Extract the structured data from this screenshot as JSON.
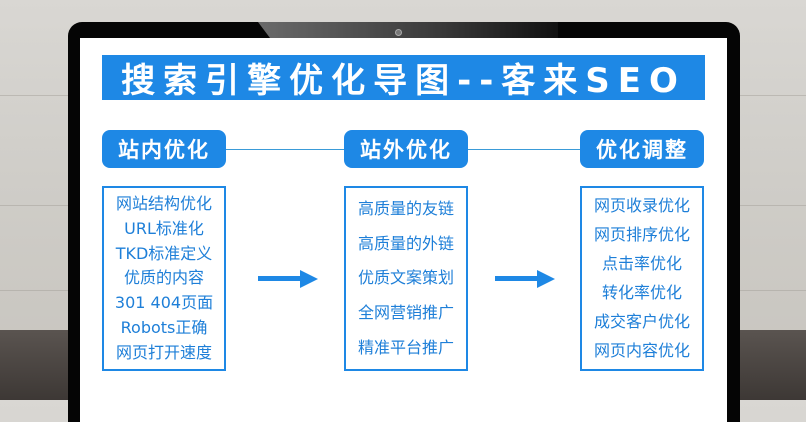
{
  "title": "搜索引擎优化导图--客来SEO",
  "columns": [
    {
      "header": "站内优化",
      "items": [
        "网站结构优化",
        "URL标准化",
        "TKD标准定义",
        "优质的内容",
        "301 404页面",
        "Robots正确",
        "网页打开速度"
      ]
    },
    {
      "header": "站外优化",
      "items": [
        "高质量的友链",
        "高质量的外链",
        "优质文案策划",
        "全网营销推广",
        "精准平台推广"
      ]
    },
    {
      "header": "优化调整",
      "items": [
        "网页收录优化",
        "网页排序优化",
        "点击率优化",
        "转化率优化",
        "成交客户优化",
        "网页内容优化"
      ]
    }
  ],
  "icons": {
    "arrow_1": "right-arrow-icon",
    "arrow_2": "right-arrow-icon"
  },
  "colors": {
    "accent": "#1e88e5",
    "item_text": "#1e7fd8",
    "frame": "#050505"
  }
}
